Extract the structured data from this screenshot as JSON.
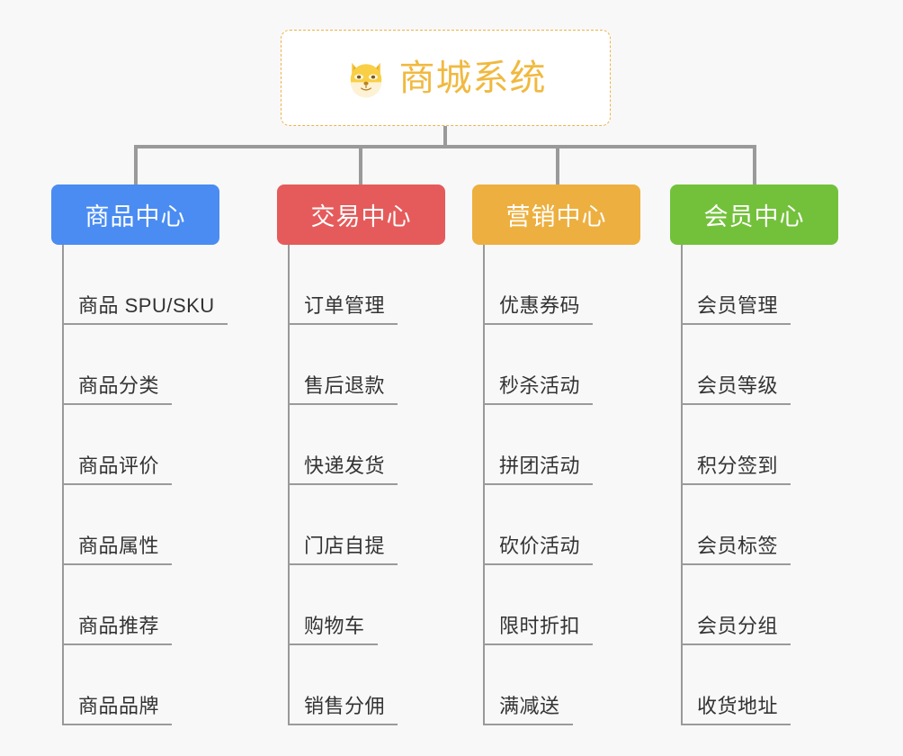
{
  "page": {
    "background_color": "#f8f8f8",
    "connector_color": "#9a9a9a"
  },
  "root": {
    "title": "商城系统",
    "icon": "shiba-dog-icon",
    "text_color": "#f0b93f",
    "border_color": "#f0b24a",
    "background_color": "#ffffff"
  },
  "branches": [
    {
      "title": "商品中心",
      "color": "#4a8cf2",
      "items": [
        "商品 SPU/SKU",
        "商品分类",
        "商品评价",
        "商品属性",
        "商品推荐",
        "商品品牌"
      ]
    },
    {
      "title": "交易中心",
      "color": "#e55b5b",
      "items": [
        "订单管理",
        "售后退款",
        "快递发货",
        "门店自提",
        "购物车",
        "销售分佣"
      ]
    },
    {
      "title": "营销中心",
      "color": "#edaf3f",
      "items": [
        "优惠券码",
        "秒杀活动",
        "拼团活动",
        "砍价活动",
        "限时折扣",
        "满减送"
      ]
    },
    {
      "title": "会员中心",
      "color": "#73c13b",
      "items": [
        "会员管理",
        "会员等级",
        "积分签到",
        "会员标签",
        "会员分组",
        "收货地址"
      ]
    }
  ]
}
